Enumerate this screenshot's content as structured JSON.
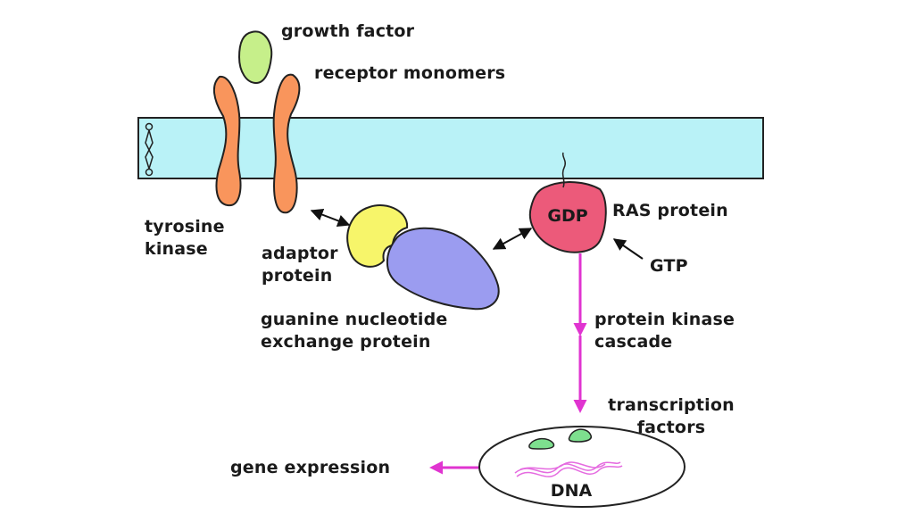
{
  "labels": {
    "growth_factor": "growth factor",
    "receptor_monomers": "receptor monomers",
    "tyrosine_kinase": "tyrosine\nkinase",
    "adaptor_protein": "adaptor\nprotein",
    "guanine_exchange": "guanine nucleotide\nexchange protein",
    "gdp": "GDP",
    "ras_protein": "RAS protein",
    "gtp": "GTP",
    "kinase_cascade": "protein kinase\ncascade",
    "transcription_factors": "transcription\nfactors",
    "gene_expression": "gene expression",
    "dna": "DNA"
  },
  "colors": {
    "membrane": "#b9f2f7",
    "receptor": "#f9955c",
    "growth_factor": "#c6ef8a",
    "adaptor": "#f7f56a",
    "gef": "#9b9cf0",
    "ras": "#ec5a7a",
    "pathway_arrow": "#e034d0",
    "transcription_factor": "#7ddf8e",
    "dna": "#e56be0"
  }
}
